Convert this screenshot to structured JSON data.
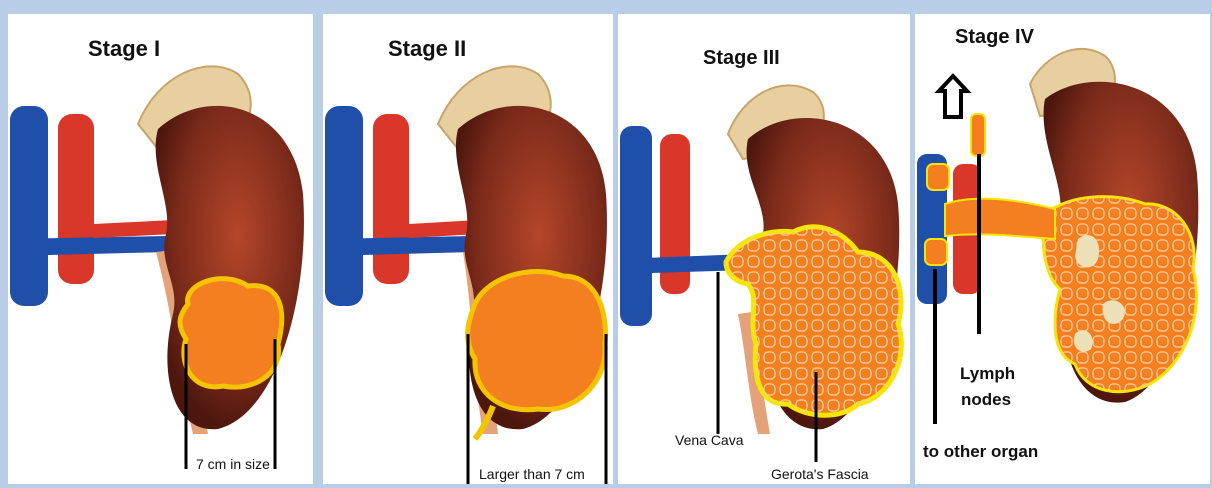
{
  "panels": [
    {
      "title": "Stage I",
      "annotations": [
        "7 cm in size"
      ]
    },
    {
      "title": "Stage II",
      "annotations": [
        "Larger than 7 cm"
      ]
    },
    {
      "title": "Stage III",
      "annotations": [
        "Vena Cava",
        "Gerota's Fascia"
      ]
    },
    {
      "title": "Stage IV",
      "annotations": [
        "Lymph",
        "nodes",
        "to other organ"
      ]
    }
  ],
  "colors": {
    "frame": "#b9cde6",
    "vein": "#1f4fa8",
    "artery": "#d8372a",
    "kidney": "#7a2a1a",
    "adrenal": "#e8cfa0",
    "tumor": "#f47f20",
    "tumor_outline": "#f5c400"
  }
}
